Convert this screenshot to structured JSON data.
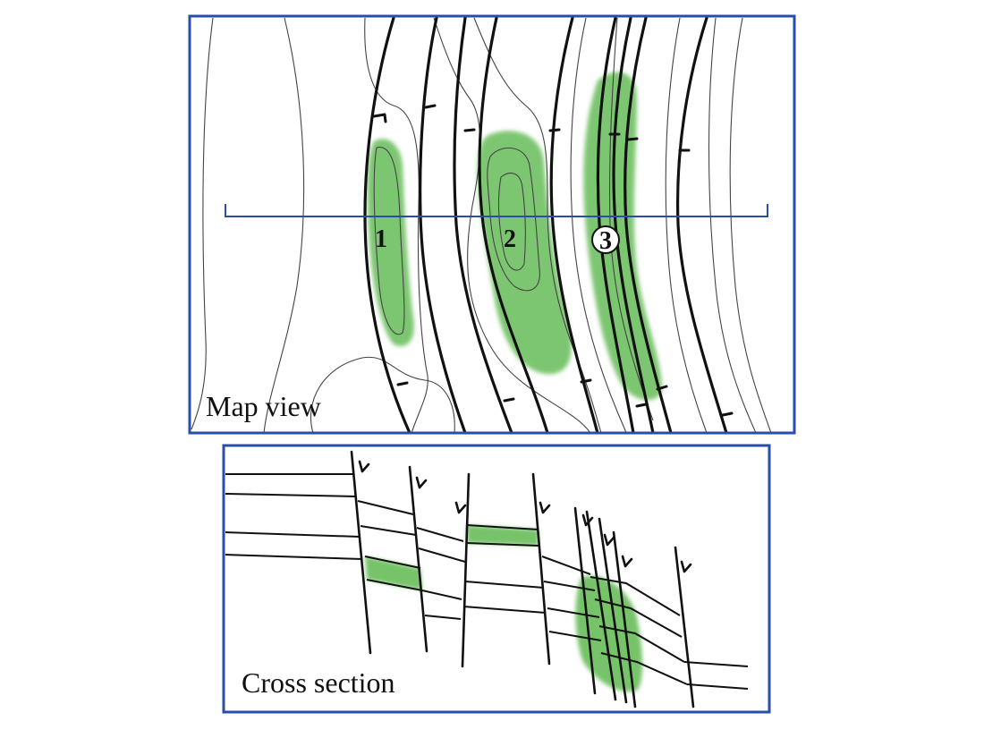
{
  "map_view": {
    "caption": "Map view",
    "prospect_labels": [
      "1",
      "2",
      "3"
    ],
    "colors": {
      "frame": "#2a4ea8",
      "section_line": "#2a4ea8",
      "fill": "#77c36a",
      "fault": "#111111",
      "contour": "#444444"
    }
  },
  "cross_section": {
    "caption": "Cross section"
  }
}
